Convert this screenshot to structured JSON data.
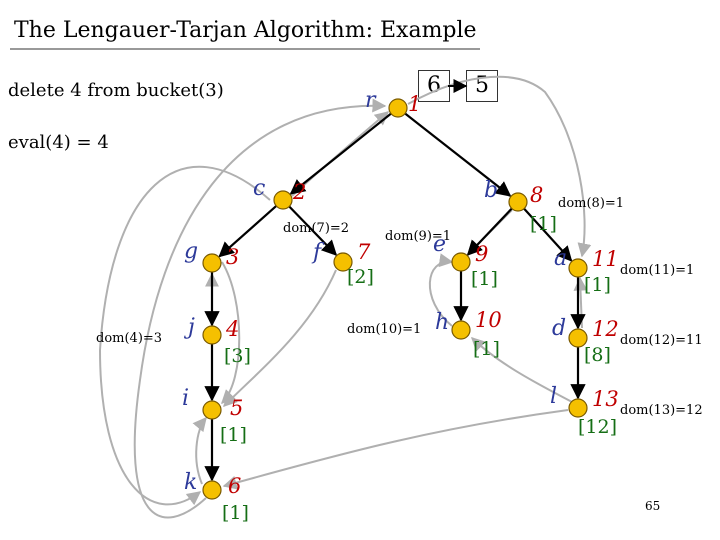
{
  "title": "The Lengauer-Tarjan Algorithm:  Example",
  "notes": {
    "line1": "delete 4  from bucket(3)",
    "line2": "eval(4) = 4"
  },
  "boxes": {
    "a": "6",
    "b": "5"
  },
  "page_number": "65",
  "colors": {
    "node_fill": "#f5c000",
    "tree_edge": "#000000",
    "nontree_edge": "#b0b0b0",
    "vertex_name": "#2d3a9a",
    "dfs_number": "#c00000",
    "bucket_text": "#156e15"
  },
  "vertices": [
    {
      "id": "r",
      "name": "r",
      "num": "1",
      "bucket": "",
      "dom": ""
    },
    {
      "id": "c",
      "name": "c",
      "num": "2",
      "bucket": "",
      "dom": ""
    },
    {
      "id": "b",
      "name": "b",
      "num": "8",
      "bucket": "[1]",
      "dom": "dom(8)=1"
    },
    {
      "id": "g",
      "name": "g",
      "num": "3",
      "bucket": "",
      "dom": ""
    },
    {
      "id": "f",
      "name": "f",
      "num": "7",
      "bucket": "[2]",
      "dom": "dom(7)=2"
    },
    {
      "id": "e",
      "name": "e",
      "num": "9",
      "bucket": "[1]",
      "dom": "dom(9)=1"
    },
    {
      "id": "a",
      "name": "a",
      "num": "11",
      "bucket": "[1]",
      "dom": "dom(11)=1"
    },
    {
      "id": "j",
      "name": "j",
      "num": "4",
      "bucket": "[3]",
      "dom": "dom(4)=3"
    },
    {
      "id": "h",
      "name": "h",
      "num": "10",
      "bucket": "[1]",
      "dom": "dom(10)=1"
    },
    {
      "id": "d",
      "name": "d",
      "num": "12",
      "bucket": "[8]",
      "dom": "dom(12)=11"
    },
    {
      "id": "i",
      "name": "i",
      "num": "5",
      "bucket": "[1]",
      "dom": ""
    },
    {
      "id": "l",
      "name": "l",
      "num": "13",
      "bucket": "[12]",
      "dom": "dom(13)=12"
    },
    {
      "id": "k",
      "name": "k",
      "num": "6",
      "bucket": "[1]",
      "dom": ""
    }
  ],
  "tree_edges": [
    [
      "r",
      "c"
    ],
    [
      "r",
      "b"
    ],
    [
      "c",
      "g"
    ],
    [
      "c",
      "f"
    ],
    [
      "g",
      "j"
    ],
    [
      "j",
      "i"
    ],
    [
      "i",
      "k"
    ],
    [
      "b",
      "e"
    ],
    [
      "b",
      "a"
    ],
    [
      "e",
      "h"
    ],
    [
      "a",
      "d"
    ],
    [
      "d",
      "l"
    ]
  ],
  "nontree_edges": [
    [
      "r",
      "a"
    ],
    [
      "c",
      "k"
    ],
    [
      "g",
      "i"
    ],
    [
      "j",
      "g"
    ],
    [
      "k",
      "r"
    ],
    [
      "f",
      "i"
    ],
    [
      "l",
      "k"
    ],
    [
      "l",
      "h"
    ],
    [
      "h",
      "e"
    ],
    [
      "d",
      "a"
    ],
    [
      "c",
      "r"
    ],
    [
      "b",
      "e"
    ],
    [
      "k",
      "i"
    ]
  ]
}
